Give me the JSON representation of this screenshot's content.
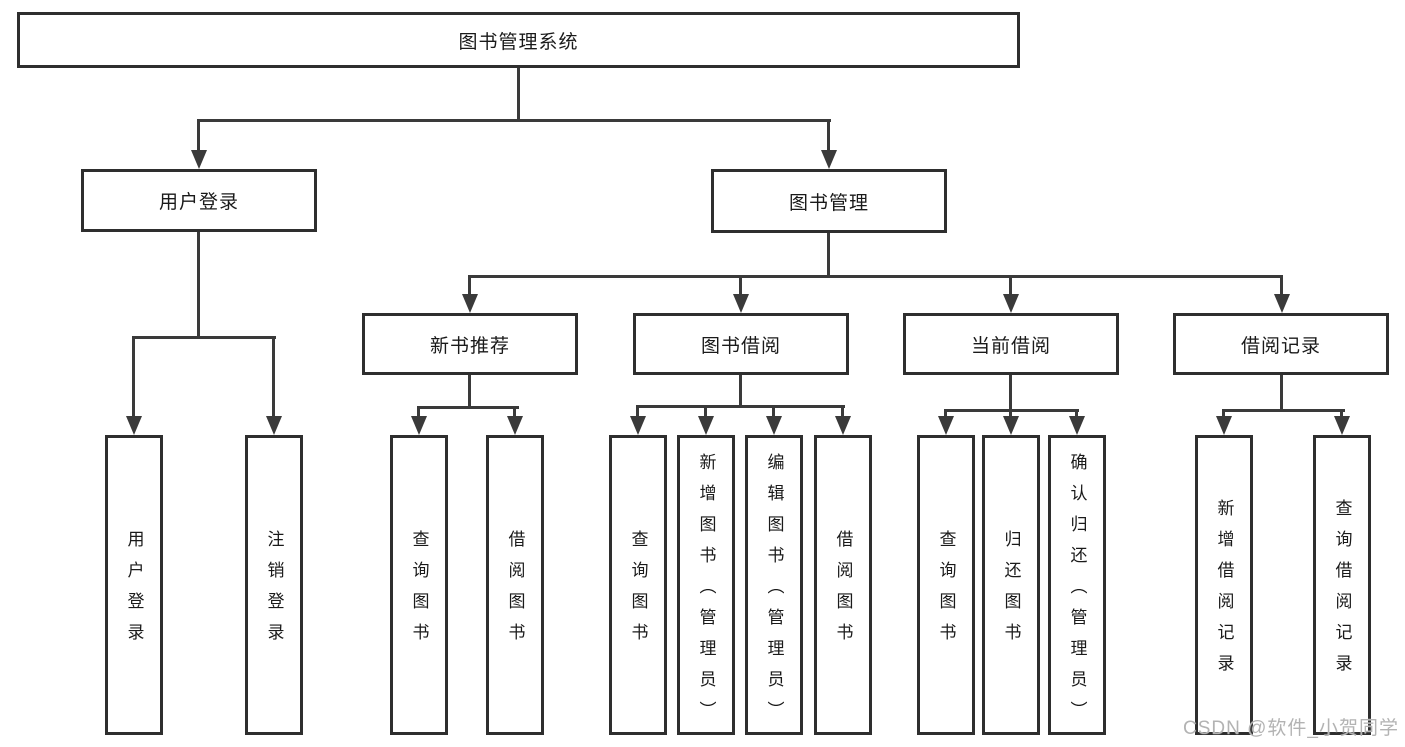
{
  "diagram": {
    "root": {
      "label": "图书管理系统"
    },
    "level2": [
      {
        "label": "用户登录"
      },
      {
        "label": "图书管理"
      }
    ],
    "level3": [
      {
        "label": "新书推荐"
      },
      {
        "label": "图书借阅"
      },
      {
        "label": "当前借阅"
      },
      {
        "label": "借阅记录"
      }
    ],
    "leaves": {
      "user_login": [
        "用户登录",
        "注销登录"
      ],
      "new_book": [
        "查询图书",
        "借阅图书"
      ],
      "book_borrow": [
        "查询图书",
        "新增图书（管理员）",
        "编辑图书（管理员）",
        "借阅图书"
      ],
      "current_borrow": [
        "查询图书",
        "归还图书",
        "确认归还（管理员）"
      ],
      "borrow_records": [
        "新增借阅记录",
        "查询借阅记录"
      ]
    }
  },
  "watermark": {
    "text": "CSDN @软件_小贺同学"
  },
  "colors": {
    "line": "#3a3a3a",
    "border": "#2e2e2e",
    "text": "#1a1a1a",
    "watermark": "#b3b3b3",
    "background": "#ffffff"
  }
}
